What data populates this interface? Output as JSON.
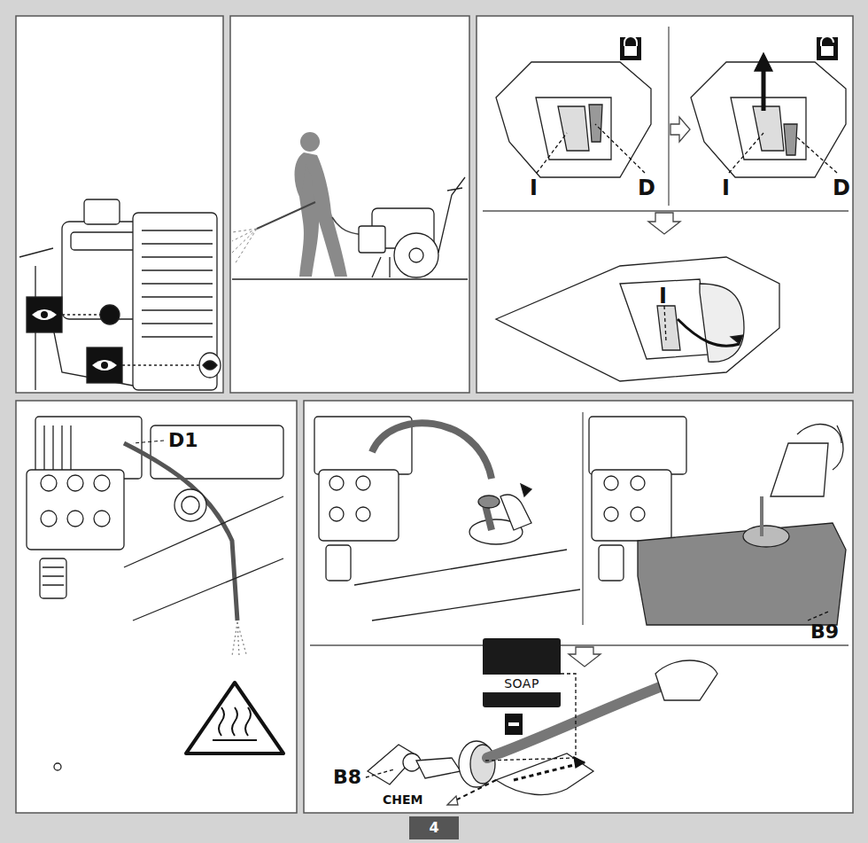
{
  "diagram": {
    "nodes": [
      {
        "text": [
          "SOAP"
        ]
      },
      {
        "text": [
          "4"
        ]
      }
    ],
    "labels": [
      "I",
      "D",
      "I",
      "D",
      "I",
      "D1",
      "B9",
      "B8",
      "CHEM"
    ]
  }
}
